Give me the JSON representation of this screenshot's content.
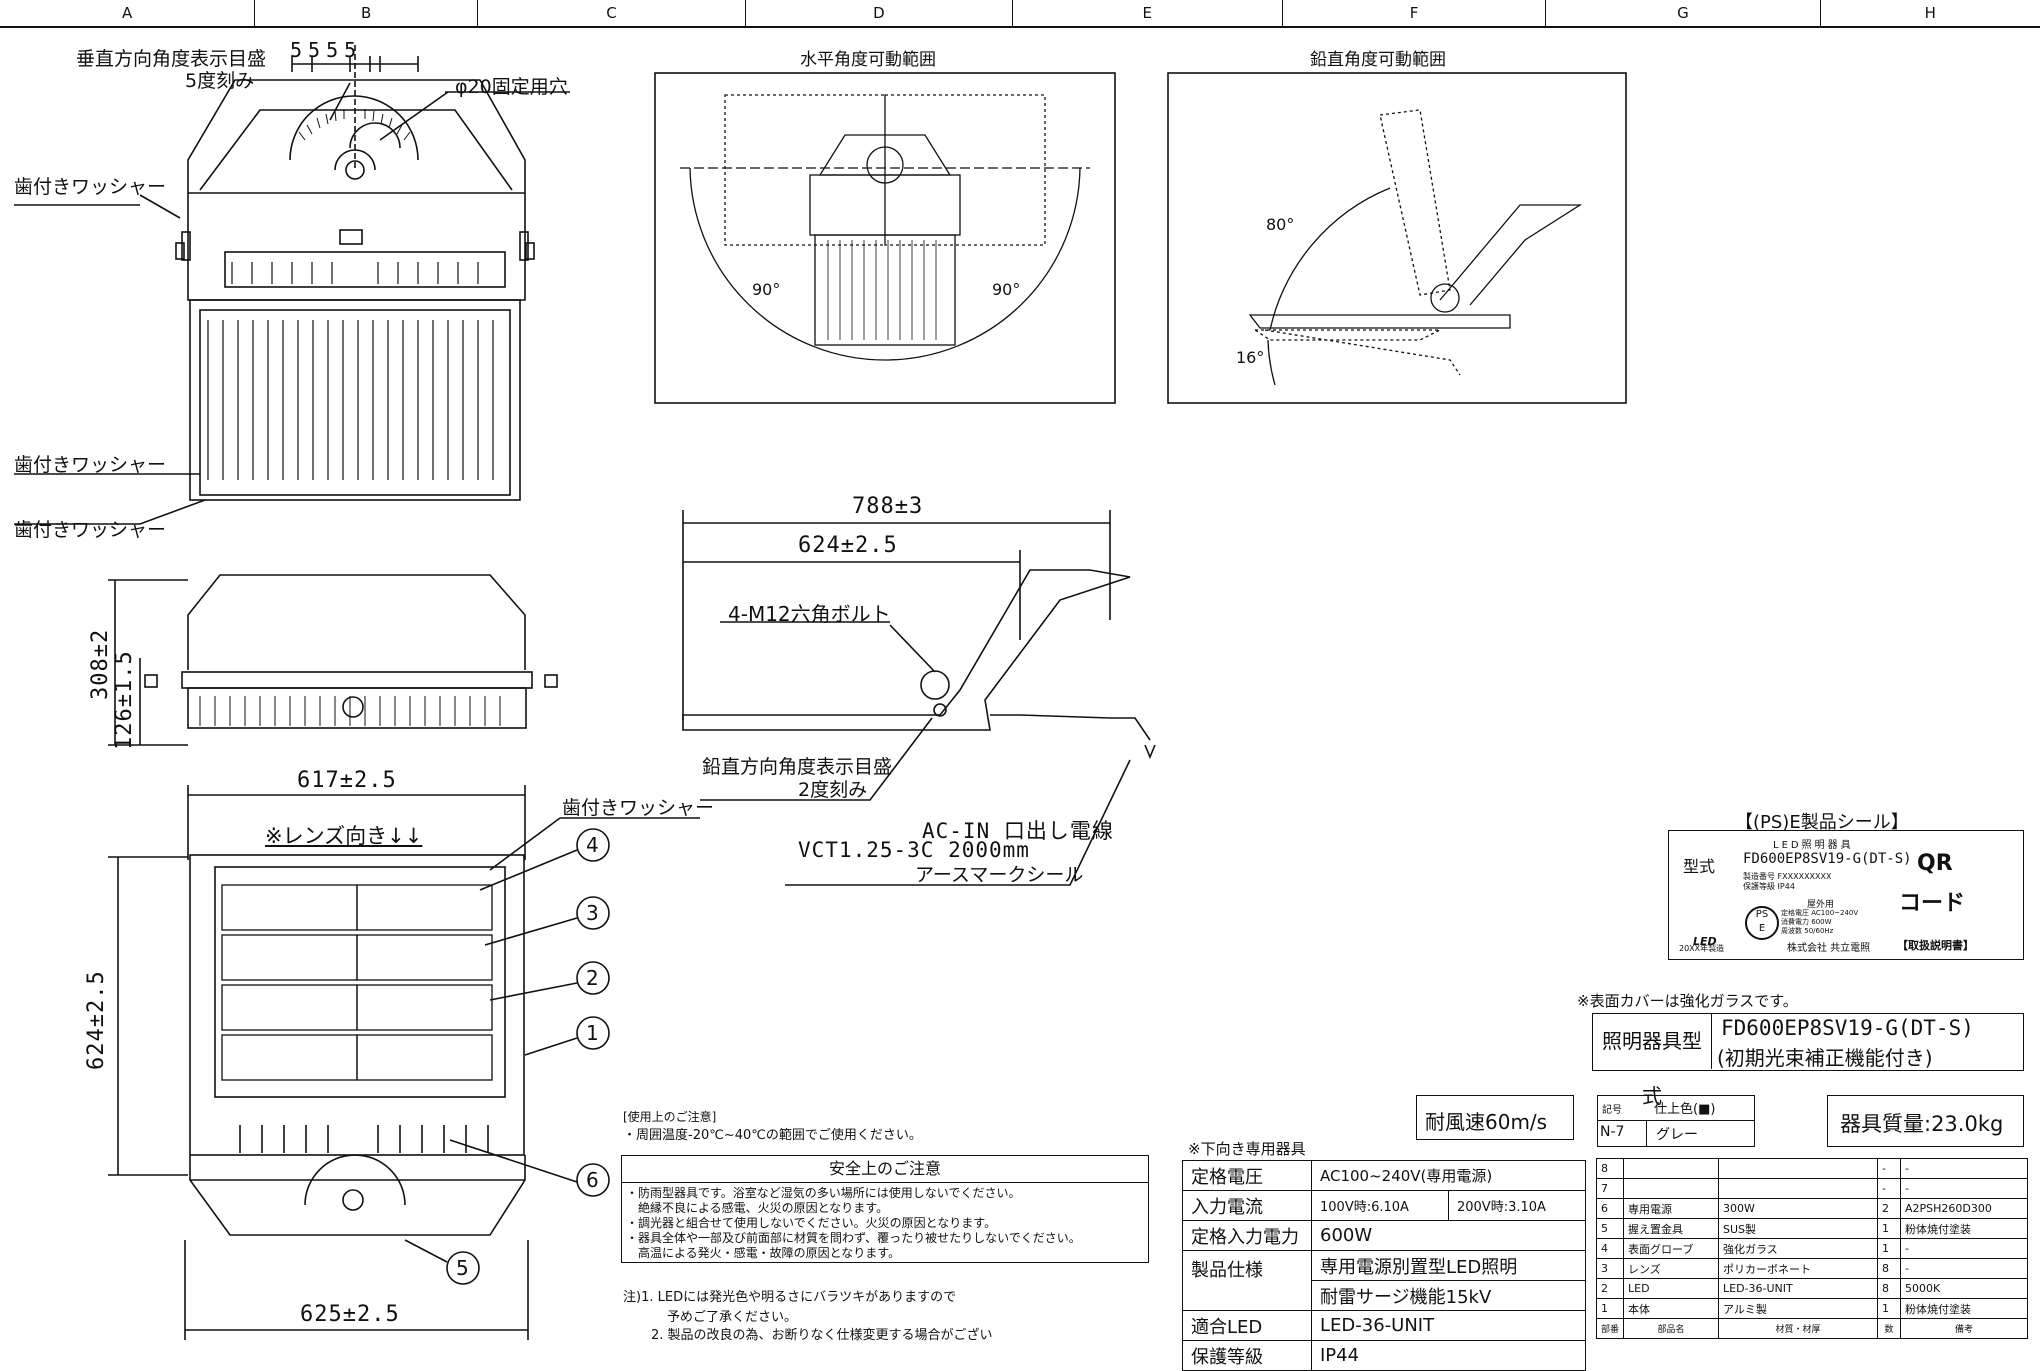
{
  "grid": [
    "A",
    "B",
    "C",
    "D",
    "E",
    "F",
    "G",
    "H"
  ],
  "front_view": {
    "vertical_scale_label": "垂直方向角度表示目盛",
    "vertical_scale_step": "5度刻み",
    "dim_top": "5555",
    "fixing_hole": "φ20固定用穴",
    "washer_1": "歯付きワッシャー",
    "washer_2": "歯付きワッシャー",
    "washer_3": "歯付きワッシャー"
  },
  "side_view": {
    "dim_height": "308±2",
    "dim_lower": "126±1.5"
  },
  "bottom_view": {
    "dim_width": "617±2.5",
    "lens_note": "※レンズ向き↓↓",
    "dim_height": "624±2.5",
    "dim_bottom": "625±2.5",
    "washer": "歯付きワッシャー",
    "callouts": [
      "4",
      "3",
      "2",
      "1",
      "6",
      "5"
    ]
  },
  "horizontal_range": {
    "title": "水平角度可動範囲",
    "left_angle": "90°",
    "right_angle": "90°"
  },
  "vertical_range": {
    "title": "鉛直角度可動範囲",
    "up_angle": "80°",
    "down_angle": "16°"
  },
  "profile_view": {
    "dim_total": "788±3",
    "dim_body": "624±2.5",
    "bolt": "4-M12六角ボルト",
    "scale_label": "鉛直方向角度表示目盛",
    "scale_step": "2度刻み",
    "cable_1": "AC-IN 口出し電線",
    "cable_2": "VCT1.25-3C 2000mm",
    "cable_3": "アースマークシール"
  },
  "ps_seal": {
    "heading": "【(PS)E製品シール】",
    "model_label": "型式",
    "product_line": "LED照明器具",
    "model": "FD600EP8SV19-G(DT-S)",
    "serial_label": "製造番号",
    "serial": "FXXXXXXXXX",
    "protect_label": "保護等級",
    "protect": "IP44",
    "outdoor": "屋外用",
    "rated_v_label": "定格電圧",
    "rated_v": "AC100~240V",
    "power_label": "消費電力",
    "power": "600W",
    "freq_label": "周波数",
    "freq": "50/60Hz",
    "company": "株式会社 共立電照",
    "year": "20XX年製造",
    "ps_mark": "PS",
    "e_mark": "E",
    "led_mark": "LED",
    "qr_1": "QR",
    "qr_2": "コード",
    "manual": "【取扱説明書】"
  },
  "glass_note": "※表面カバーは強化ガラスです。",
  "model_box": {
    "label": "照明器具型式",
    "model": "FD600EP8SV19-G(DT-S)",
    "sub": "(初期光束補正機能付き)"
  },
  "color_box": {
    "code_label": "記号",
    "color_label": "仕上色(■)",
    "code": "N-7",
    "color": "グレー"
  },
  "mass": "器具質量:23.0kg",
  "wind": "耐風速60m/s",
  "usage": {
    "title": "[使用上のご注意]",
    "line": "・周囲温度-20℃~40℃の範囲でご使用ください。"
  },
  "safety": {
    "title": "安全上のご注意",
    "lines": [
      "・防雨型器具です。浴室など湿気の多い場所には使用しないでください。",
      "　絶縁不良による感電、火災の原因となります。",
      "・調光器と組合せて使用しないでください。火災の原因となります。",
      "・器具全体や一部及び前面部に材質を問わず、覆ったり被せたりしないでください。",
      "　高温による発火・感電・故障の原因となります。"
    ]
  },
  "notes": [
    "注)1. LEDには発光色や明るさにバラツキがありますので",
    "予めご了承ください。",
    "2. 製品の改良の為、お断りなく仕様変更する場合がござい"
  ],
  "spec": {
    "heading": "※下向き専用器具",
    "rows": [
      [
        "定格電圧",
        "AC100~240V(専用電源)"
      ],
      [
        "入力電流",
        "100V時:6.10A",
        "200V時:3.10A"
      ],
      [
        "定格入力電力",
        "600W"
      ],
      [
        "製品仕様",
        "専用電源別置型LED照明"
      ],
      [
        "",
        "耐雷サージ機能15kV"
      ],
      [
        "適合LED",
        "LED-36-UNIT"
      ],
      [
        "保護等級",
        "IP44"
      ]
    ]
  },
  "parts": {
    "rows": [
      [
        "8",
        "",
        "",
        "-",
        "-"
      ],
      [
        "7",
        "",
        "",
        "-",
        "-"
      ],
      [
        "6",
        "専用電源",
        "300W",
        "2",
        "A2PSH260D300"
      ],
      [
        "5",
        "握え置金具",
        "SUS製",
        "1",
        "粉体焼付塗装"
      ],
      [
        "4",
        "表面グローブ",
        "強化ガラス",
        "1",
        "-"
      ],
      [
        "3",
        "レンズ",
        "ポリカーボネート",
        "8",
        "-"
      ],
      [
        "2",
        "LED",
        "LED-36-UNIT",
        "8",
        "5000K"
      ],
      [
        "1",
        "本体",
        "アルミ製",
        "1",
        "粉体焼付塗装"
      ]
    ],
    "header": [
      "部番",
      "部品名",
      "材質・材厚",
      "数",
      "備考"
    ]
  }
}
